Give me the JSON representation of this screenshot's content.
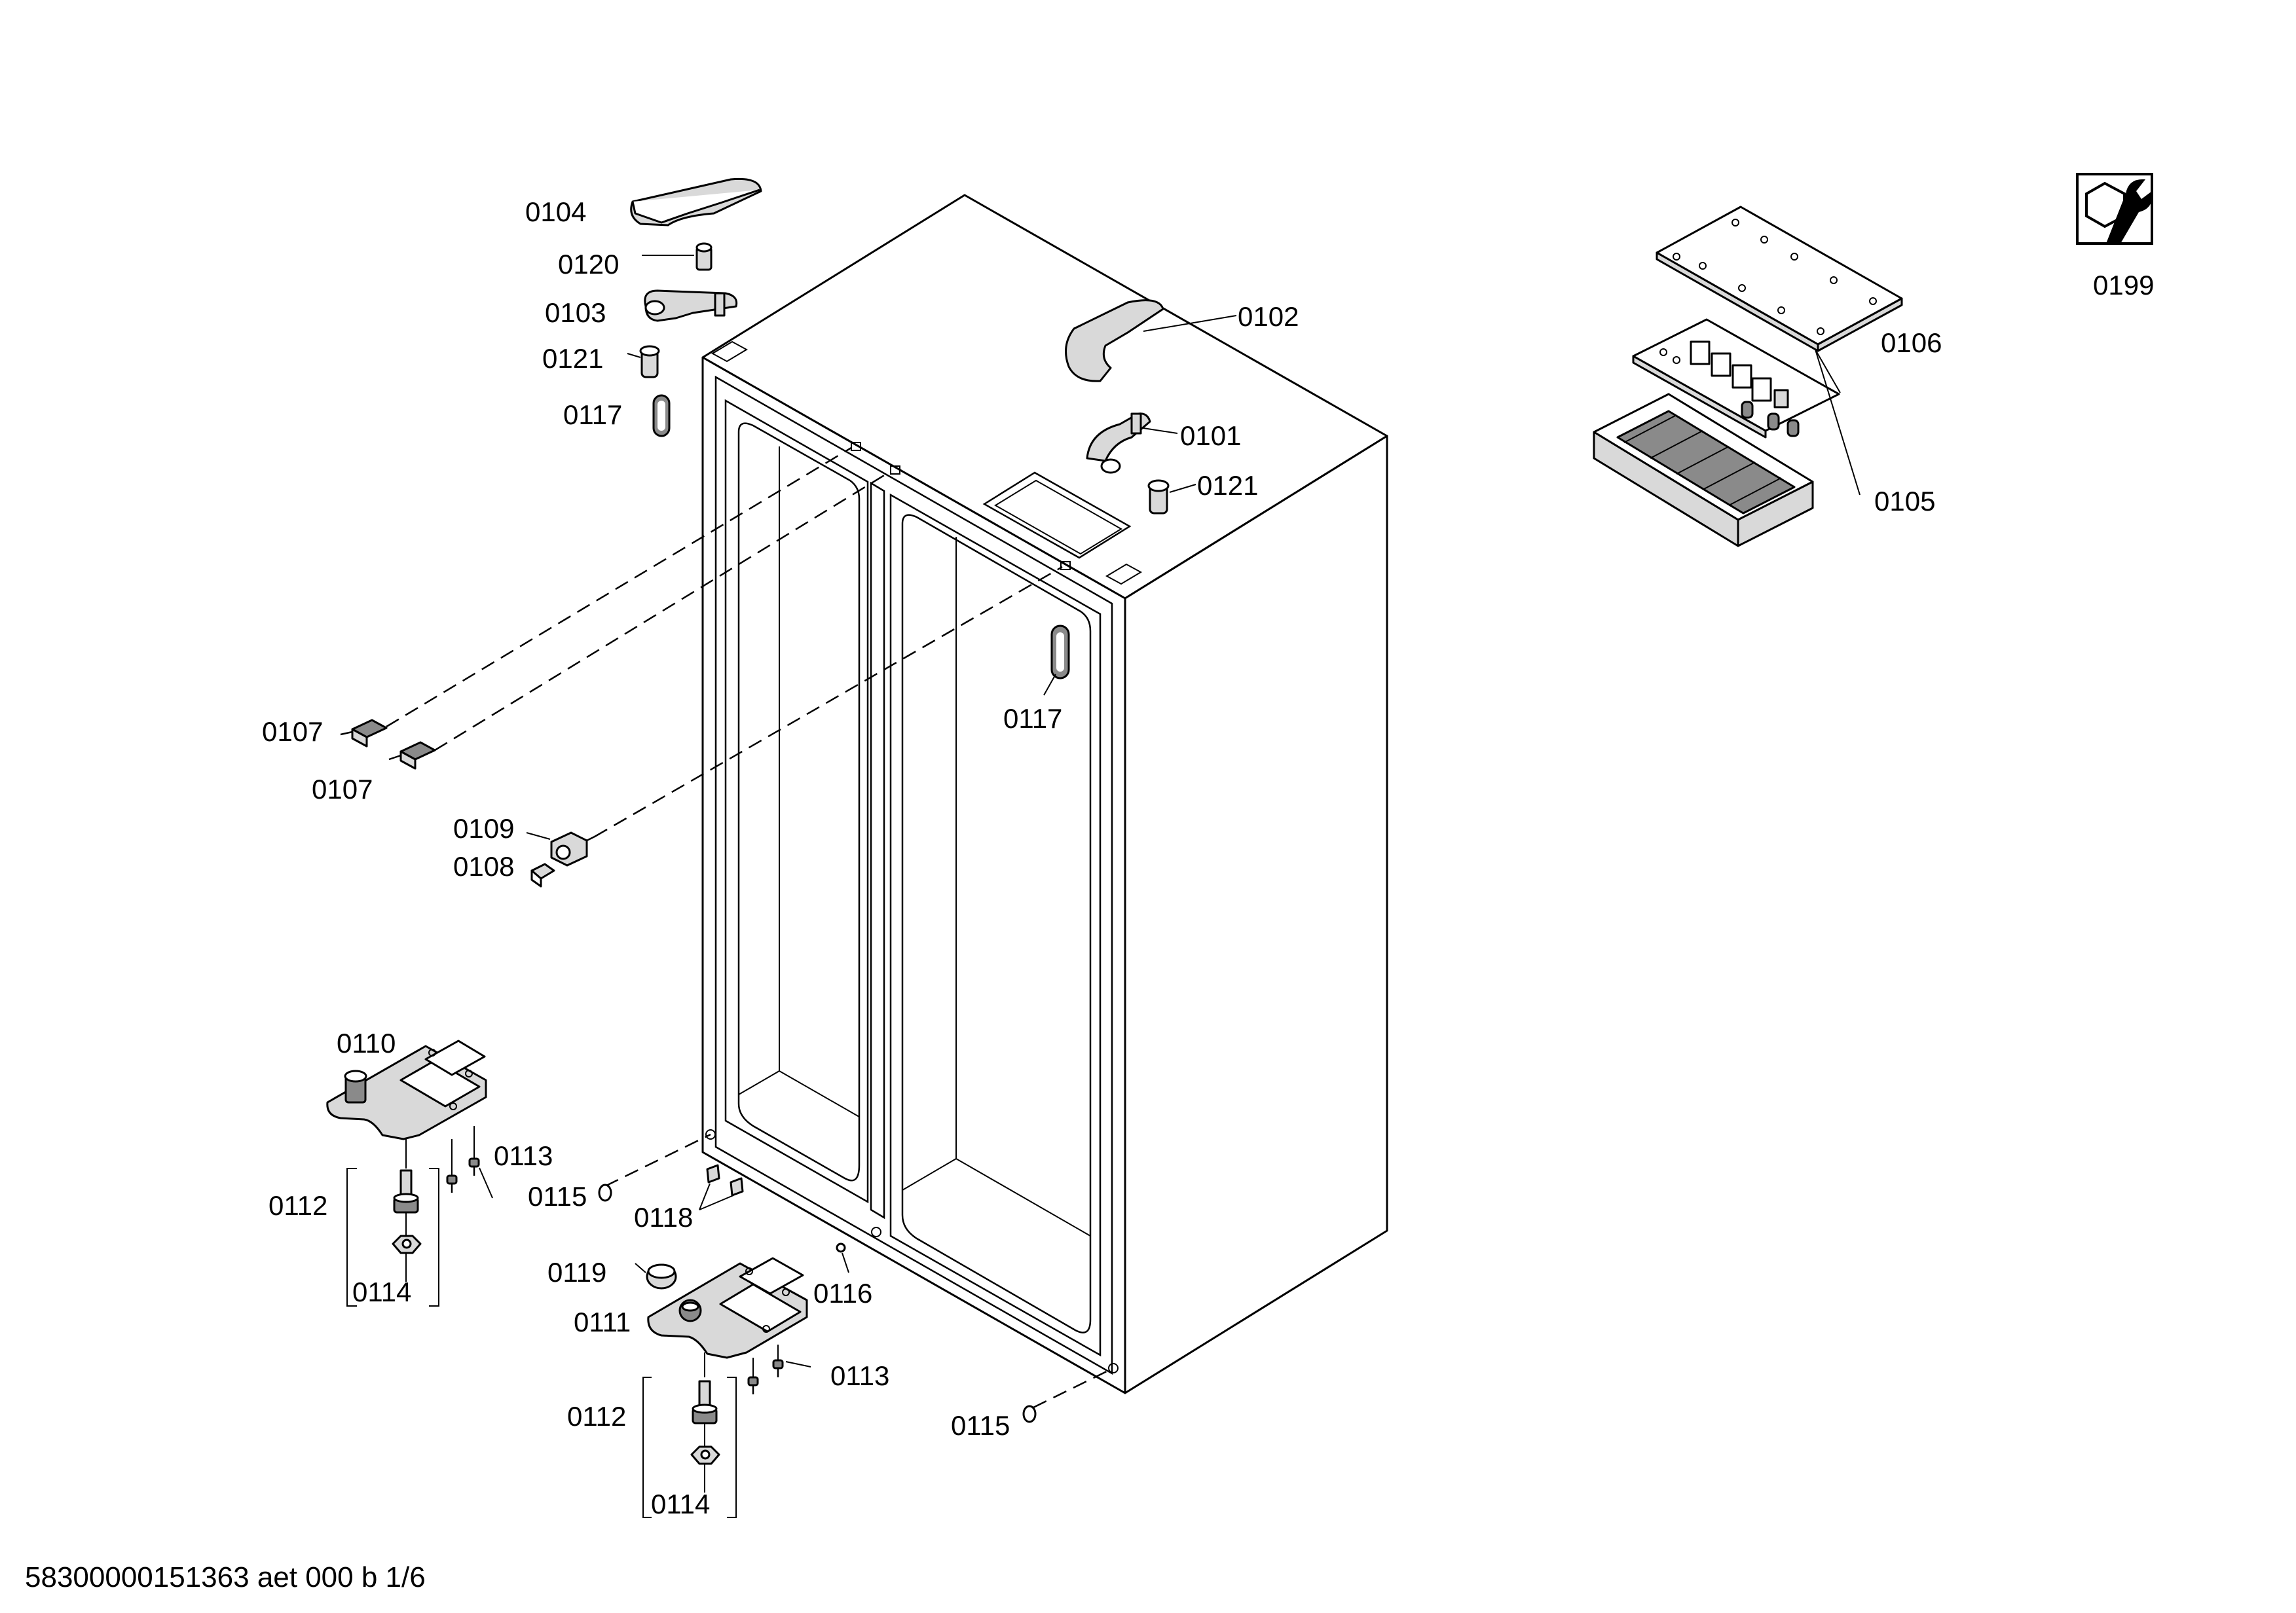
{
  "labels": {
    "p0104": "0104",
    "p0120": "0120",
    "p0103": "0103",
    "p0121a": "0121",
    "p0117a": "0117",
    "p0102": "0102",
    "p0101": "0101",
    "p0121b": "0121",
    "p0117b": "0117",
    "p0107a": "0107",
    "p0107b": "0107",
    "p0109": "0109",
    "p0108": "0108",
    "p0110": "0110",
    "p0113a": "0113",
    "p0112a": "0112",
    "p0115a": "0115",
    "p0118": "0118",
    "p0114a": "0114",
    "p0119": "0119",
    "p0116": "0116",
    "p0111": "0111",
    "p0113b": "0113",
    "p0112b": "0112",
    "p0115b": "0115",
    "p0114b": "0114",
    "p0106": "0106",
    "p0105": "0105",
    "p0199": "0199"
  },
  "footer": "58300000151363 aet 000 b 1/6",
  "icons": [
    "service-wrench-icon"
  ]
}
